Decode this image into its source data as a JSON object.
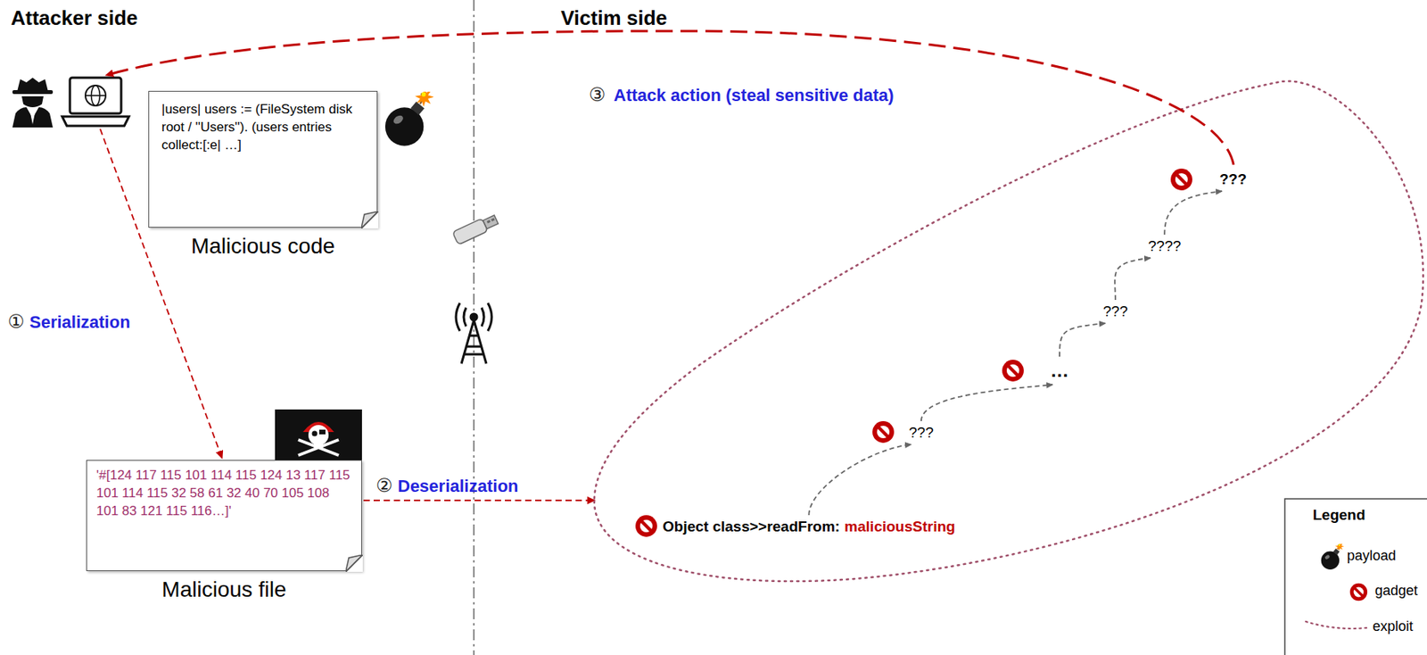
{
  "diagram": {
    "nodes": [
      {
        "text": [
          "|users| users := (FileSystem disk root / ''Users''). (users entries collect:[:e| …]",
          "Malicious code"
        ]
      },
      {
        "text": [
          "'#[124 117 115 101 114 115 124 13 117 115 101 114 115 32 58 61 32 40 70 105 108 101 83 121 115 116…]'",
          "Malicious file"
        ]
      },
      {
        "text": [
          "Object class>>readFrom:",
          "maliciousString"
        ]
      },
      {
        "text": [
          "???"
        ]
      },
      {
        "text": [
          "…"
        ]
      },
      {
        "text": [
          "???"
        ]
      },
      {
        "text": [
          "????"
        ]
      },
      {
        "text": [
          "???"
        ]
      }
    ],
    "edges": [
      {
        "from": 2,
        "to": 3,
        "arrow": "to"
      },
      {
        "from": 3,
        "to": 4,
        "arrow": "to"
      },
      {
        "from": 4,
        "to": 5,
        "arrow": "to"
      },
      {
        "from": 5,
        "to": 6,
        "arrow": "to"
      },
      {
        "from": 6,
        "to": 7,
        "arrow": "to"
      }
    ],
    "labels": [
      "Attacker side",
      "Victim side",
      "①",
      "Serialization",
      "②",
      "Deserialization",
      "③",
      "Attack action (steal sensitive data)",
      "Legend"
    ],
    "legend": [
      {
        "text": "payload"
      },
      {
        "text": "gadget"
      },
      {
        "text": "exploit"
      }
    ]
  }
}
